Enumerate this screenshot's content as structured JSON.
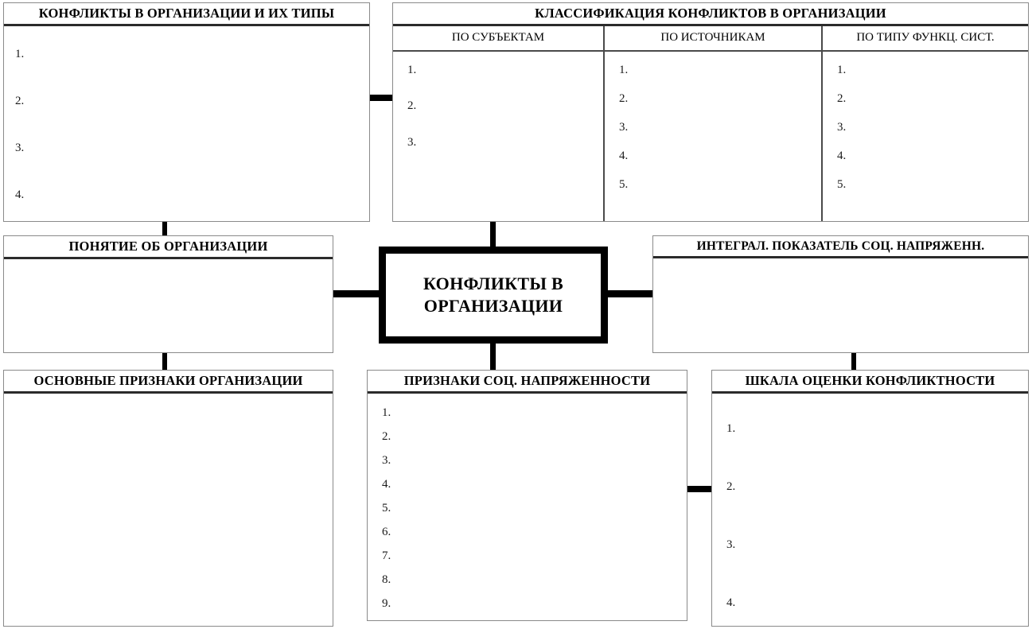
{
  "diagram": {
    "title": "КОНФЛИКТЫ В ОРГАНИЗАЦИИ",
    "type": "concept-map",
    "colors": {
      "background": "#ffffff",
      "box_border": "#8a8a8a",
      "header_rule": "#2b2b2b",
      "central_border": "#000000",
      "connector": "#000000",
      "text": "#000000"
    }
  },
  "central": {
    "line1": "КОНФЛИКТЫ В",
    "line2": "ОРГАНИЗАЦИИ"
  },
  "boxes": {
    "conflicts_types": {
      "title": "КОНФЛИКТЫ В ОРГАНИЗАЦИИ И ИХ ТИПЫ",
      "items": [
        "1.",
        "2.",
        "3.",
        "4."
      ]
    },
    "classification": {
      "title": "КЛАССИФИКАЦИЯ КОНФЛИКТОВ В ОРГАНИЗАЦИИ",
      "columns": [
        {
          "header": "ПО СУБЪЕКТАМ",
          "items": [
            "1.",
            "2.",
            "3."
          ]
        },
        {
          "header": "ПО ИСТОЧНИКАМ",
          "items": [
            "1.",
            "2.",
            "3.",
            "4.",
            "5."
          ]
        },
        {
          "header": "ПО ТИПУ ФУНКЦ. СИСТ.",
          "items": [
            "1.",
            "2.",
            "3.",
            "4.",
            "5."
          ]
        }
      ]
    },
    "organization_concept": {
      "title": "ПОНЯТИЕ ОБ ОРГАНИЗАЦИИ",
      "items": []
    },
    "integral_indicator": {
      "title": "ИНТЕГРАЛ. ПОКАЗАТЕЛЬ СОЦ. НАПРЯЖЕНН.",
      "items": []
    },
    "org_main_features": {
      "title": "ОСНОВНЫЕ ПРИЗНАКИ ОРГАНИЗАЦИИ",
      "items": []
    },
    "social_tension_signs": {
      "title": "ПРИЗНАКИ СОЦ. НАПРЯЖЕННОСТИ",
      "items": [
        "1.",
        "2.",
        "3.",
        "4.",
        "5.",
        "6.",
        "7.",
        "8.",
        "9."
      ]
    },
    "conflict_scale": {
      "title": "ШКАЛА ОЦЕНКИ КОНФЛИКТНОСТИ",
      "items": [
        "1.",
        "2.",
        "3.",
        "4."
      ]
    }
  }
}
